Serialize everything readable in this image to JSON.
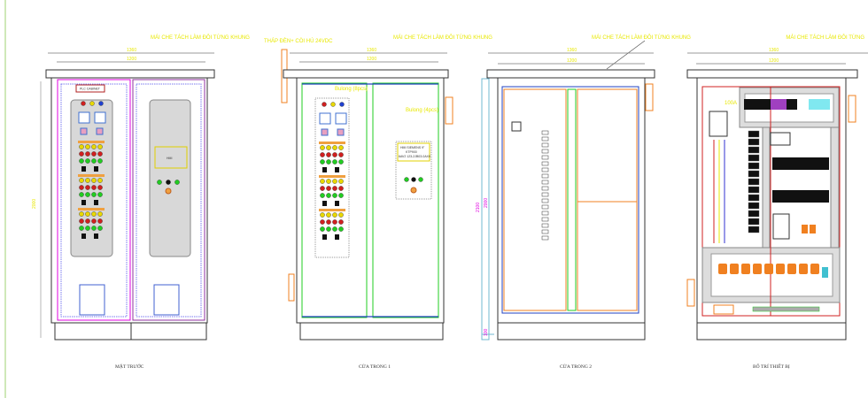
{
  "views": [
    {
      "caption": "MẶT TRƯỚC",
      "note": "MÁI CHE TÁCH LÀM ĐÔI TỪNG KHUNG",
      "dim_outer": "1360",
      "dim_inner": "1200",
      "dim_height": "2000",
      "door_label": "PLC CABINET",
      "hmi_label": "HMI"
    },
    {
      "caption": "CỬA TRONG 1",
      "note": "MÁI CHE TÁCH LÀM ĐÔI TỪNG KHUNG",
      "note2": "THÁP ĐÈN+ CÒI HÚ 24VDC",
      "dim_outer": "1360",
      "dim_inner": "1200",
      "bolt_left": "Bulong (8pcs)",
      "bolt_right": "Bulong (4pcs)",
      "hmi_text_1": "HMI SIEMENS 9\"",
      "hmi_text_2": "KTP900",
      "hmi_text_3": "6AV2 123-2JB03-0AX0"
    },
    {
      "caption": "CỬA TRONG 2",
      "note": "MÁI CHE TÁCH LÀM ĐÔI TỪNG KHUNG",
      "dim_outer": "1360",
      "dim_inner": "1200",
      "dim_total": "2100",
      "dim_body": "2000",
      "dim_base": "100"
    },
    {
      "caption": "BỐ TRÍ THIẾT BỊ",
      "note": "MÁI CHE TÁCH LÀM ĐÔI TỪNG",
      "dim_outer": "1360",
      "dim_inner": "1200",
      "breaker_label": "100A"
    }
  ],
  "colors": {
    "dim_text": "#e8e800",
    "frame": "#333333",
    "magenta": "#e000e0",
    "green": "#22cc22",
    "orange": "#f08020",
    "red": "#d02020"
  }
}
